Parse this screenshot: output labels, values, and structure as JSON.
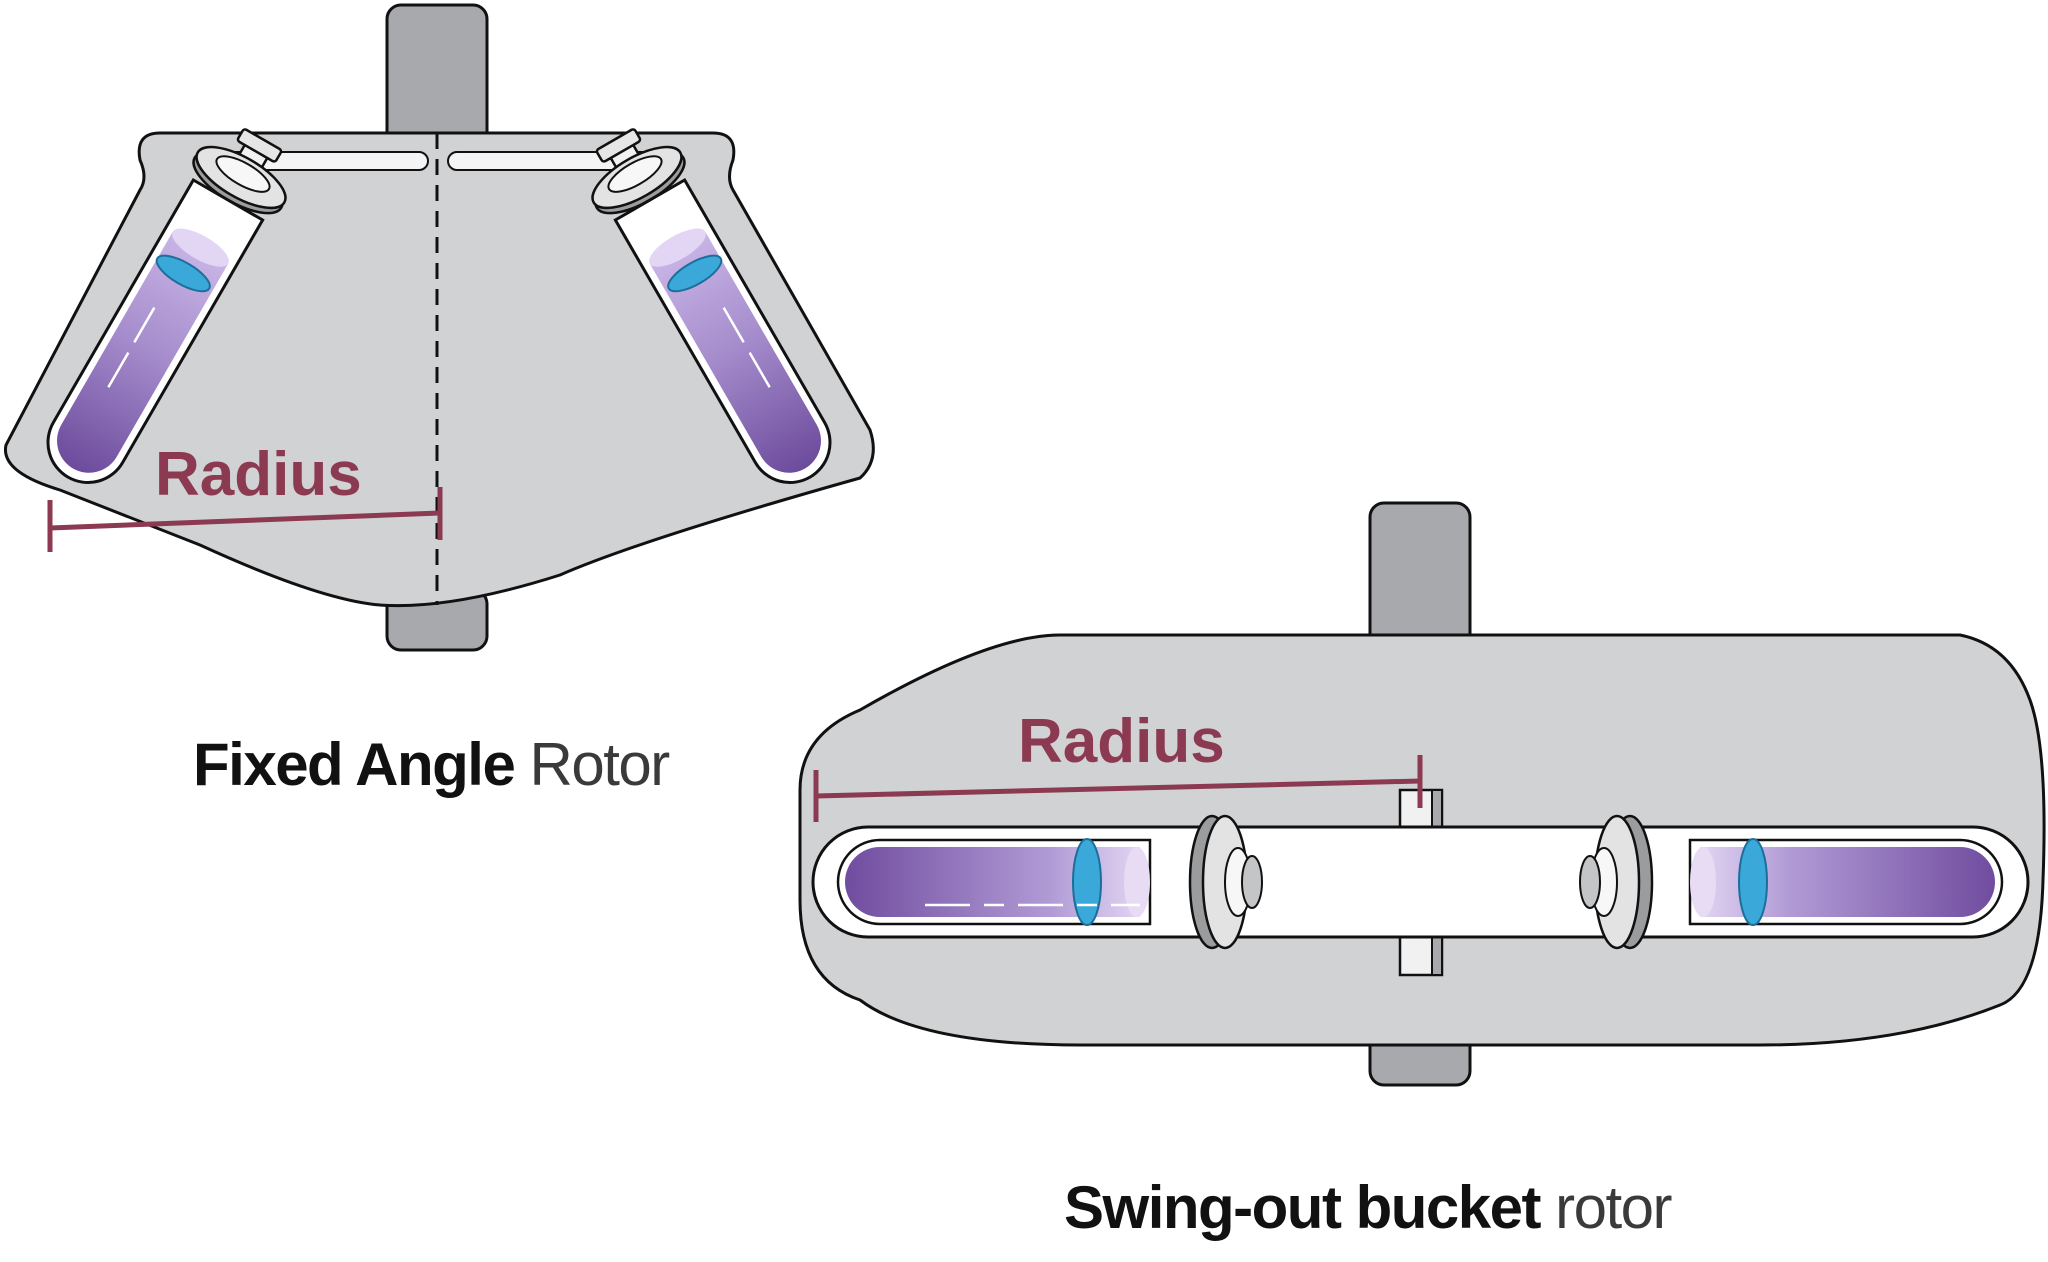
{
  "diagrams": [
    {
      "id": "fixed-angle",
      "caption_bold": "Fixed Angle",
      "caption_regular": "Rotor",
      "radius_label": "Radius"
    },
    {
      "id": "swing-out",
      "caption_bold": "Swing-out bucket",
      "caption_regular": "rotor",
      "radius_label": "Radius"
    }
  ],
  "colors": {
    "rotor_body": "#d1d2d4",
    "shaft": "#a7a9ac",
    "radius_line": "#8b3a52",
    "sample_purple": "#7b5aa6",
    "sample_light": "#d9c8ef",
    "meniscus_blue": "#3aa8d8",
    "outline": "#111111"
  }
}
